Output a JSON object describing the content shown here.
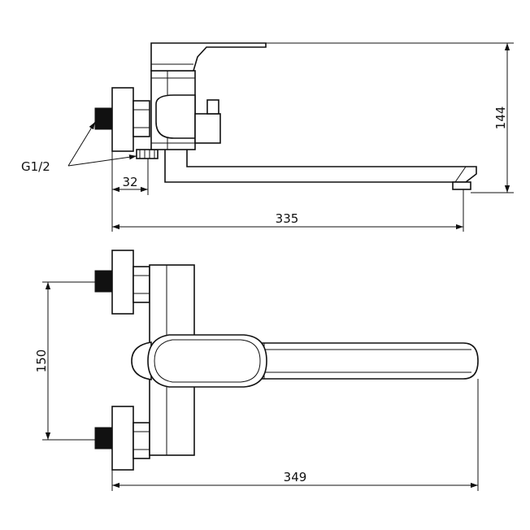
{
  "dimensions": {
    "height_144": "144",
    "overall_length_335": "335",
    "offset_32": "32",
    "center_distance_150": "150",
    "overall_length_349": "349"
  },
  "labels": {
    "thread_size": "G1/2"
  }
}
